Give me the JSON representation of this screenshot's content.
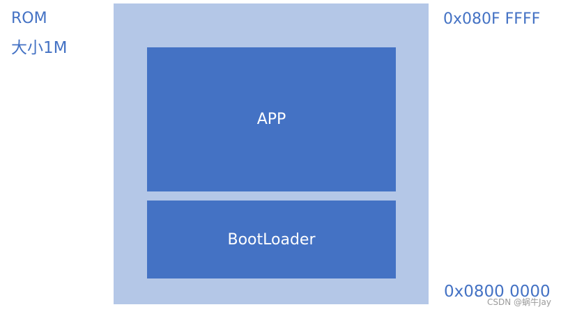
{
  "rom": {
    "title": "ROM",
    "size": "大小1M"
  },
  "addresses": {
    "top": "0x080F FFFF",
    "bottom": "0x0800 0000"
  },
  "blocks": {
    "app": "APP",
    "bootloader": "BootLoader"
  },
  "colors": {
    "rom_background": "#B4C7E7",
    "block_fill": "#4472C4",
    "label_text": "#4472C4",
    "block_text": "#FFFFFF"
  },
  "watermark": "CSDN @蜗牛Jay"
}
